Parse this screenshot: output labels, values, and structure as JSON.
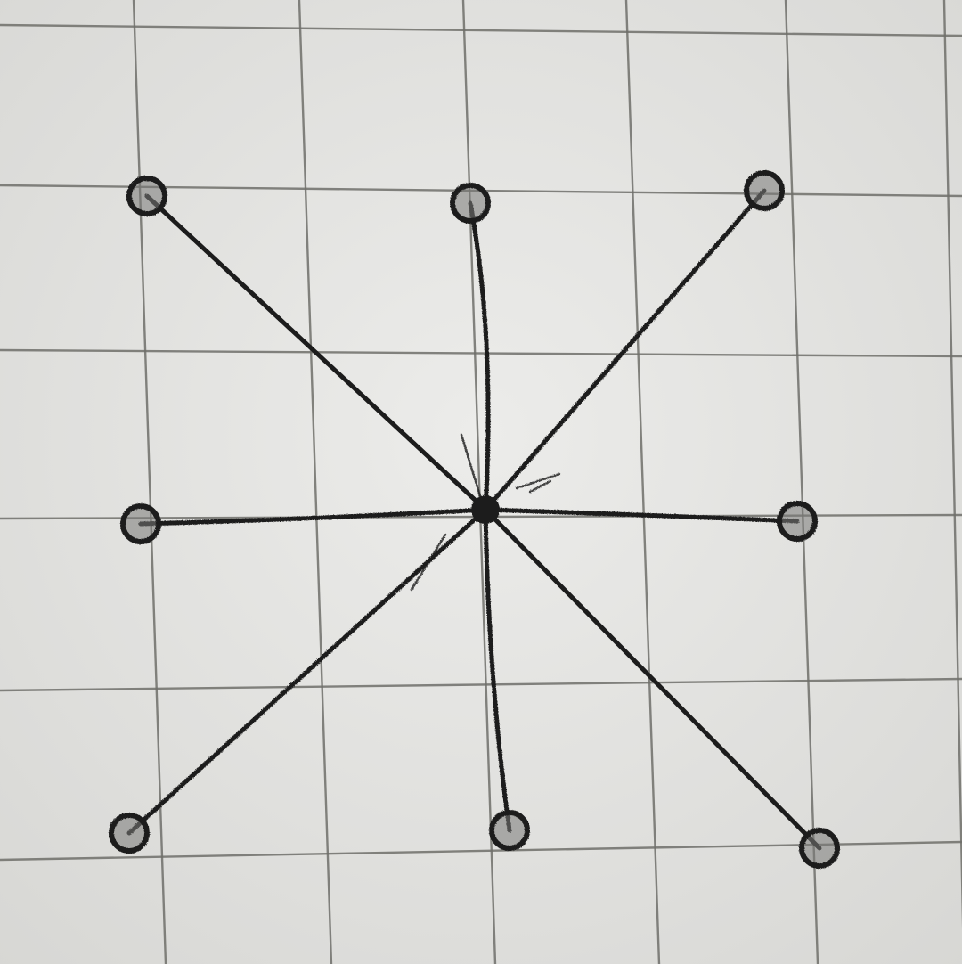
{
  "colors": {
    "paper": "#e6e6e4",
    "paper_shadow": "#d9d9d6",
    "grid_line": "#6e6e6a",
    "ink": "#1c1c1c"
  },
  "diagram": {
    "type": "star-graph",
    "grid": {
      "visible": true,
      "columns": 6,
      "rows": 6
    },
    "center_node": "c",
    "nodes": [
      {
        "id": "c",
        "col": 3,
        "row": 3,
        "marker": "junction"
      },
      {
        "id": "nw",
        "col": 1,
        "row": 1,
        "marker": "circle"
      },
      {
        "id": "n",
        "col": 3,
        "row": 1,
        "marker": "circle"
      },
      {
        "id": "ne",
        "col": 5,
        "row": 1,
        "marker": "circle"
      },
      {
        "id": "w",
        "col": 1,
        "row": 3,
        "marker": "circle"
      },
      {
        "id": "e",
        "col": 5,
        "row": 3,
        "marker": "circle"
      },
      {
        "id": "sw",
        "col": 1,
        "row": 5,
        "marker": "circle"
      },
      {
        "id": "s",
        "col": 3,
        "row": 5,
        "marker": "circle"
      },
      {
        "id": "se",
        "col": 5,
        "row": 5,
        "marker": "circle"
      }
    ],
    "edges": [
      {
        "from": "c",
        "to": "nw"
      },
      {
        "from": "c",
        "to": "n"
      },
      {
        "from": "c",
        "to": "ne"
      },
      {
        "from": "c",
        "to": "w"
      },
      {
        "from": "c",
        "to": "e"
      },
      {
        "from": "c",
        "to": "sw"
      },
      {
        "from": "c",
        "to": "s"
      },
      {
        "from": "c",
        "to": "se"
      }
    ]
  }
}
